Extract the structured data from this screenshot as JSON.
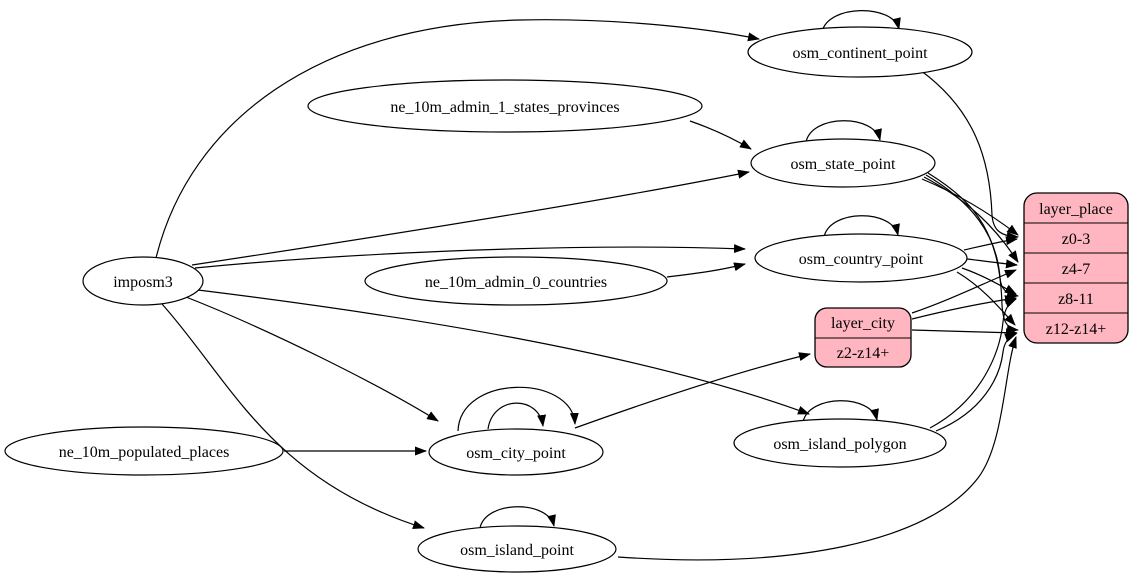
{
  "diagram": {
    "background": "#ffffff",
    "table_node_fill": "#ffffff",
    "layer_node_fill": "#ffb6c1",
    "edge_color": "#000000"
  },
  "nodes": {
    "imposm3": {
      "label": "imposm3",
      "type": "ellipse"
    },
    "ne_10m_admin_1_states_provinces": {
      "label": "ne_10m_admin_1_states_provinces",
      "type": "ellipse"
    },
    "ne_10m_admin_0_countries": {
      "label": "ne_10m_admin_0_countries",
      "type": "ellipse"
    },
    "ne_10m_populated_places": {
      "label": "ne_10m_populated_places",
      "type": "ellipse"
    },
    "osm_continent_point": {
      "label": "osm_continent_point",
      "type": "ellipse",
      "self_loop": true
    },
    "osm_state_point": {
      "label": "osm_state_point",
      "type": "ellipse",
      "self_loop": true
    },
    "osm_country_point": {
      "label": "osm_country_point",
      "type": "ellipse",
      "self_loop": true
    },
    "osm_city_point": {
      "label": "osm_city_point",
      "type": "ellipse",
      "self_loops": 2
    },
    "osm_island_polygon": {
      "label": "osm_island_polygon",
      "type": "ellipse",
      "self_loop": true
    },
    "osm_island_point": {
      "label": "osm_island_point",
      "type": "ellipse",
      "self_loop": true
    },
    "layer_city": {
      "title": "layer_city",
      "rows": [
        "z2-z14+"
      ],
      "type": "record"
    },
    "layer_place": {
      "title": "layer_place",
      "rows": [
        "z0-3",
        "z4-7",
        "z8-11",
        "z12-z14+"
      ],
      "type": "record"
    }
  },
  "edges": [
    {
      "from": "imposm3",
      "to": "osm_continent_point"
    },
    {
      "from": "imposm3",
      "to": "osm_state_point"
    },
    {
      "from": "imposm3",
      "to": "osm_country_point"
    },
    {
      "from": "imposm3",
      "to": "osm_city_point"
    },
    {
      "from": "imposm3",
      "to": "osm_island_polygon"
    },
    {
      "from": "imposm3",
      "to": "osm_island_point"
    },
    {
      "from": "ne_10m_admin_1_states_provinces",
      "to": "osm_state_point"
    },
    {
      "from": "ne_10m_admin_0_countries",
      "to": "osm_country_point"
    },
    {
      "from": "ne_10m_populated_places",
      "to": "osm_city_point"
    },
    {
      "from": "osm_continent_point",
      "to": "osm_continent_point"
    },
    {
      "from": "osm_state_point",
      "to": "osm_state_point"
    },
    {
      "from": "osm_country_point",
      "to": "osm_country_point"
    },
    {
      "from": "osm_city_point",
      "to": "osm_city_point"
    },
    {
      "from": "osm_city_point",
      "to": "osm_city_point"
    },
    {
      "from": "osm_island_polygon",
      "to": "osm_island_polygon"
    },
    {
      "from": "osm_island_point",
      "to": "osm_island_point"
    },
    {
      "from": "osm_continent_point",
      "to": "layer_place:z0-3"
    },
    {
      "from": "osm_state_point",
      "to": "layer_place:z0-3"
    },
    {
      "from": "osm_state_point",
      "to": "layer_place:z4-7"
    },
    {
      "from": "osm_state_point",
      "to": "layer_place:z8-11"
    },
    {
      "from": "osm_state_point",
      "to": "layer_place:z12-z14+"
    },
    {
      "from": "osm_country_point",
      "to": "layer_place:z0-3"
    },
    {
      "from": "osm_country_point",
      "to": "layer_place:z4-7"
    },
    {
      "from": "osm_country_point",
      "to": "layer_place:z8-11"
    },
    {
      "from": "osm_country_point",
      "to": "layer_place:z12-z14+"
    },
    {
      "from": "osm_city_point",
      "to": "layer_city:z2-z14+"
    },
    {
      "from": "layer_city",
      "to": "layer_place:z4-7"
    },
    {
      "from": "layer_city",
      "to": "layer_place:z8-11"
    },
    {
      "from": "layer_city",
      "to": "layer_place:z12-z14+"
    },
    {
      "from": "osm_island_polygon",
      "to": "layer_place:z8-11"
    },
    {
      "from": "osm_island_polygon",
      "to": "layer_place:z12-z14+"
    },
    {
      "from": "osm_island_point",
      "to": "layer_place:z12-z14+"
    }
  ]
}
